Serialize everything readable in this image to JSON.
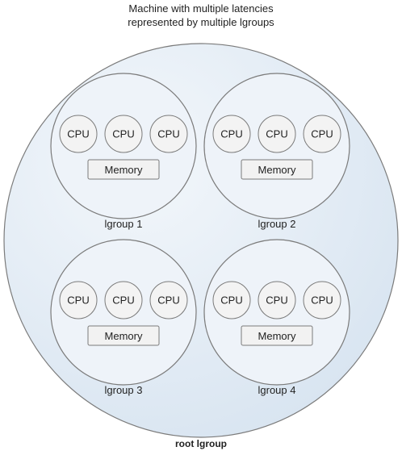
{
  "title": {
    "line1": "Machine with multiple latencies",
    "line2": "represented by multiple lgroups"
  },
  "root": {
    "label": "root lgroup"
  },
  "groups": [
    {
      "label": "lgroup 1",
      "cpus": [
        "CPU",
        "CPU",
        "CPU"
      ],
      "memory": "Memory"
    },
    {
      "label": "lgroup 2",
      "cpus": [
        "CPU",
        "CPU",
        "CPU"
      ],
      "memory": "Memory"
    },
    {
      "label": "lgroup 3",
      "cpus": [
        "CPU",
        "CPU",
        "CPU"
      ],
      "memory": "Memory"
    },
    {
      "label": "lgroup 4",
      "cpus": [
        "CPU",
        "CPU",
        "CPU"
      ],
      "memory": "Memory"
    }
  ],
  "colors": {
    "root_fill_light": "#f3f7fb",
    "root_fill_dark": "#d9e5f1",
    "stroke": "#7b7b7b",
    "group_fill": "#eef3f9",
    "cpu_fill": "#f3f3f3",
    "memory_fill": "#f2f2f2"
  }
}
